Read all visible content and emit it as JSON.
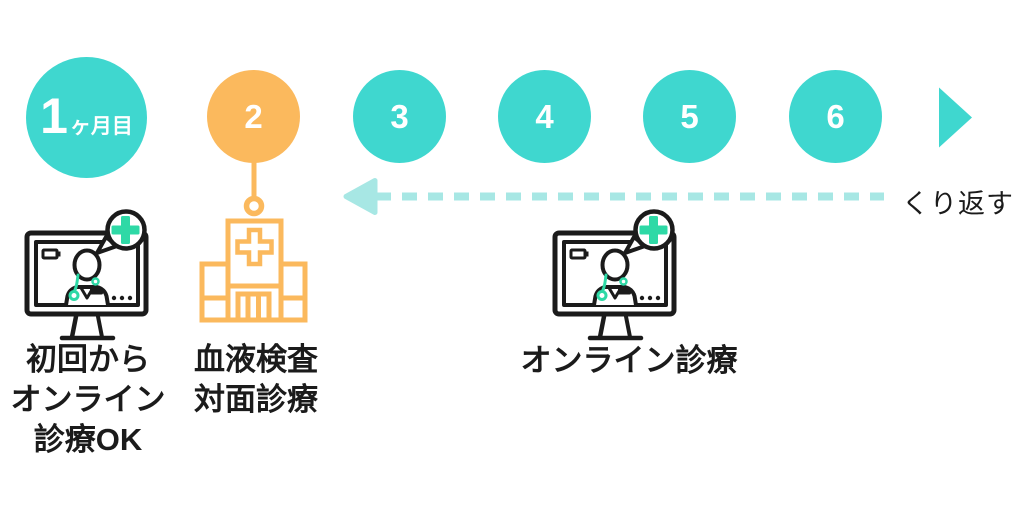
{
  "palette": {
    "teal": "#3fd7cf",
    "orange": "#fbb95d",
    "dashed_arrow": "#a7e7e4",
    "icon_accent_green": "#2ed9a6",
    "ink": "#1b1b1b"
  },
  "timeline": {
    "steps": [
      {
        "number": "1",
        "suffix": "ヶ月目",
        "color": "#3fd7cf"
      },
      {
        "number": "2",
        "color": "#fbb95d"
      },
      {
        "number": "3",
        "color": "#3fd7cf"
      },
      {
        "number": "4",
        "color": "#3fd7cf"
      },
      {
        "number": "5",
        "color": "#3fd7cf"
      },
      {
        "number": "6",
        "color": "#3fd7cf"
      }
    ],
    "repeat_label": "くり返す"
  },
  "captions": {
    "first": {
      "lines": [
        "初回から",
        "オンライン",
        "診療OK"
      ]
    },
    "second": {
      "lines": [
        "血液検査",
        "対面診療"
      ]
    },
    "third": {
      "lines": [
        "オンライン診療"
      ]
    }
  },
  "icons": {
    "next": "play-triangle-right",
    "repeat": "dashed-arrow-left",
    "online_consultation": "monitor-doctor-speech-bubble-cross",
    "in_person_visit": "hospital-building-cross",
    "step2_connector": "stem-with-ring"
  }
}
